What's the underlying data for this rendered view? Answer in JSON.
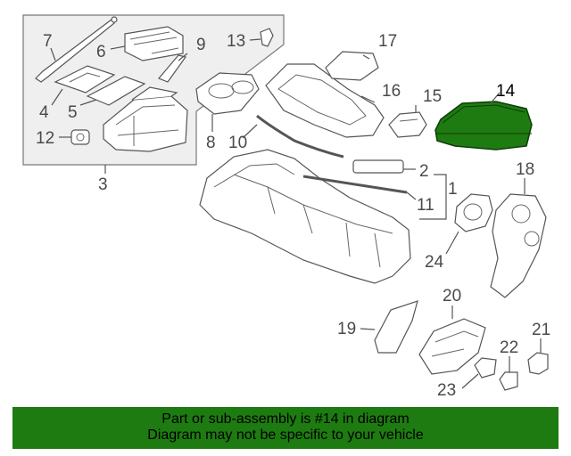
{
  "callouts": {
    "c1": "1",
    "c2": "2",
    "c3": "3",
    "c4": "4",
    "c5": "5",
    "c6": "6",
    "c7": "7",
    "c8": "8",
    "c9": "9",
    "c10": "10",
    "c11": "11",
    "c12": "12",
    "c13": "13",
    "c14": "14",
    "c15": "15",
    "c16": "16",
    "c17": "17",
    "c18": "18",
    "c19": "19",
    "c20": "20",
    "c21": "21",
    "c22": "22",
    "c23": "23",
    "c24": "24"
  },
  "highlight": {
    "part_number": "14",
    "color": "#1e7b11"
  },
  "banner": {
    "line1": "Part or sub-assembly is #14 in diagram",
    "line2": "Diagram may not be specific to your vehicle",
    "color": "#1e7b11"
  }
}
